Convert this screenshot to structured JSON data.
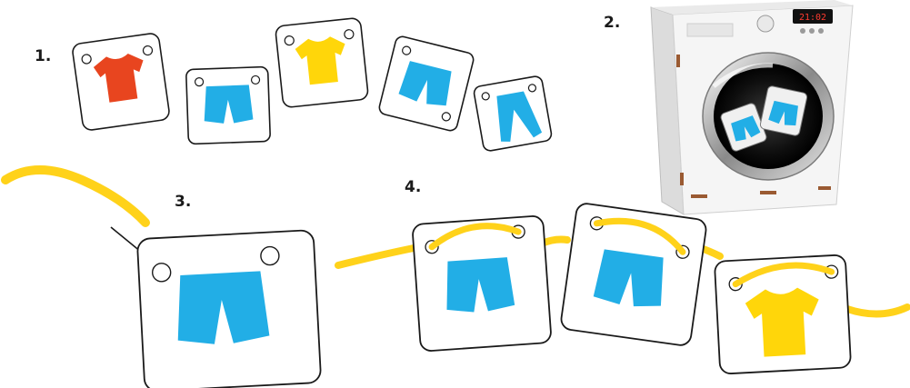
{
  "steps": [
    "1.",
    "2.",
    "3.",
    "4."
  ],
  "machine_display": "21:02",
  "colors": {
    "shirt_red": "#e8451f",
    "shirt_yellow": "#ffd60a",
    "clothes_blue": "#22aee6",
    "string_yellow": "#ffd21a",
    "card_border": "#1a1a1a",
    "machine_body": "#f5f5f5",
    "wood_edge": "#9a5a32"
  },
  "cards": {
    "row1": [
      "red-tshirt-card",
      "blue-shorts-card",
      "yellow-tshirt-card",
      "blue-shorts-tilted-card",
      "blue-trousers-card"
    ],
    "detail": "blue-shorts-card-large",
    "laced": [
      "blue-shorts-laced-card",
      "blue-shorts-laced-card",
      "yellow-tshirt-laced-card"
    ]
  },
  "icons": [
    "red-tshirt-icon",
    "blue-shorts-icon",
    "yellow-tshirt-icon",
    "blue-trousers-icon",
    "washing-machine-icon",
    "arrow-icon",
    "yellow-string-icon"
  ]
}
